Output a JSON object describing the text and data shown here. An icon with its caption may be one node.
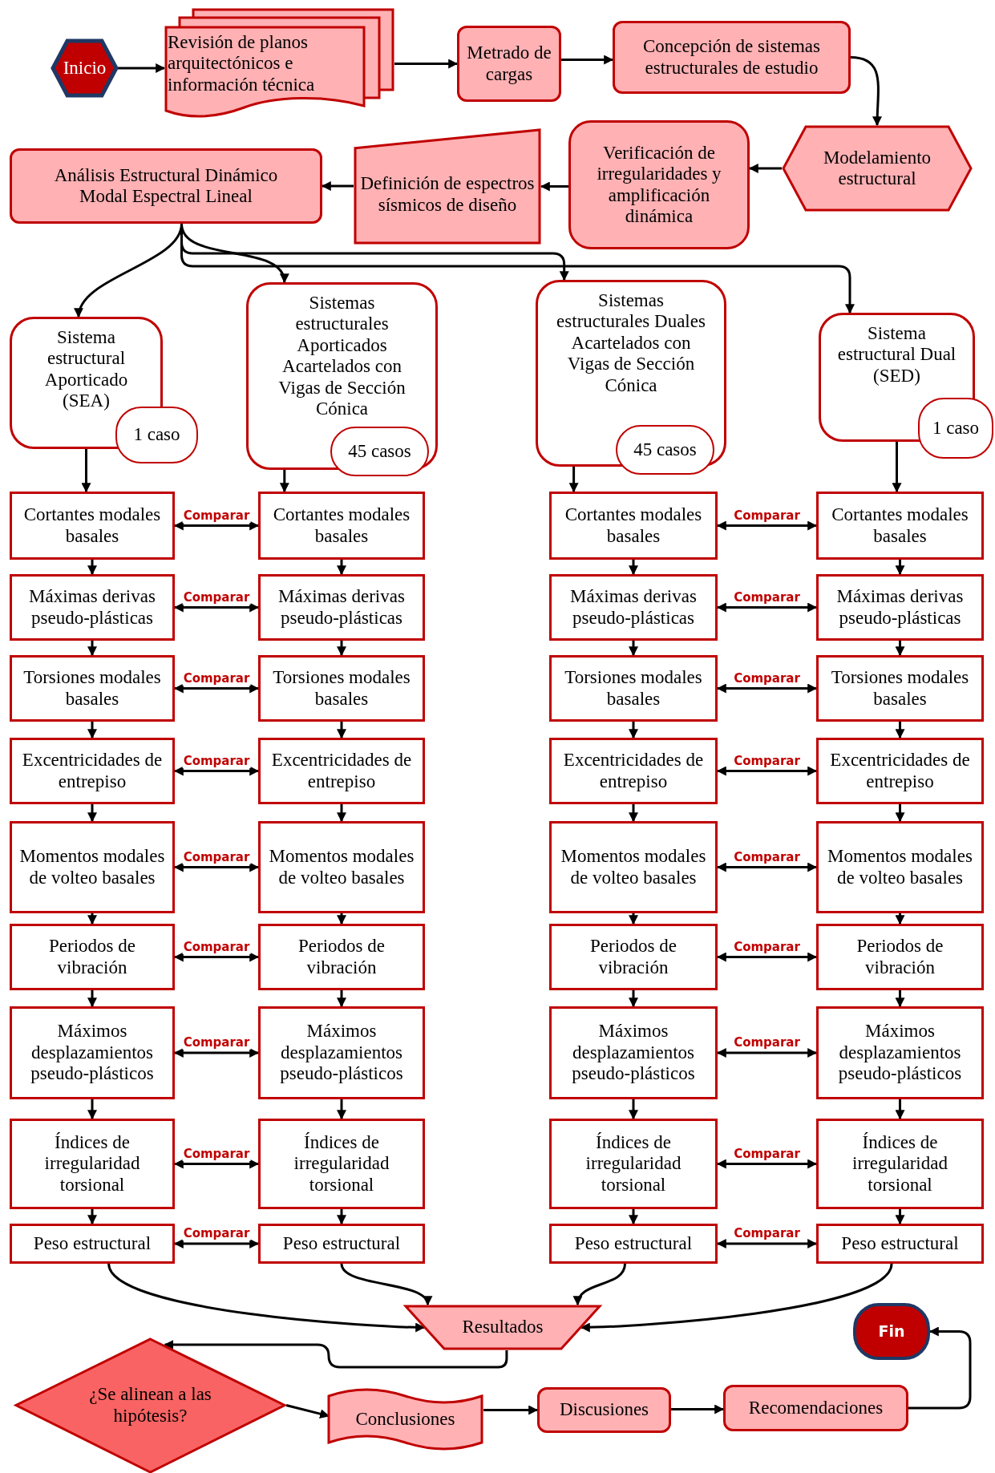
{
  "diagram": {
    "nodes": [
      {
        "text": [
          "Inicio"
        ]
      },
      {
        "text": [
          "Revisión de planos arquitectónicos e información técnica"
        ]
      },
      {
        "text": [
          "Metrado de cargas"
        ]
      },
      {
        "text": [
          "Concepción de sistemas estructurales de estudio"
        ]
      },
      {
        "text": [
          "Análisis Estructural Dinámico Modal Espectral Lineal"
        ]
      },
      {
        "text": [
          "Definición de espectros sísmicos de diseño"
        ]
      },
      {
        "text": [
          "Verificación de irregularidades y amplificación dinámica"
        ]
      },
      {
        "text": [
          "Modelamiento estructural"
        ]
      },
      {
        "text": [
          "Sistema estructural Aporticado (SEA)"
        ]
      },
      {
        "text": [
          "1 caso"
        ]
      },
      {
        "text": [
          "Sistemas estructurales Aporticados Acartelados con Vigas de Sección Cónica"
        ]
      },
      {
        "text": [
          "45 casos"
        ]
      },
      {
        "text": [
          "Sistemas estructurales Duales Acartelados con Vigas de Sección Cónica"
        ]
      },
      {
        "text": [
          "45 casos"
        ]
      },
      {
        "text": [
          "Sistema estructural Dual (SED)"
        ]
      },
      {
        "text": [
          "1 caso"
        ]
      },
      {
        "text": [
          "Cortantes modales basales"
        ]
      },
      {
        "text": [
          "Cortantes modales basales"
        ]
      },
      {
        "text": [
          "Cortantes modales basales"
        ]
      },
      {
        "text": [
          "Cortantes modales basales"
        ]
      },
      {
        "text": [
          "Máximas derivas pseudo-plásticas"
        ]
      },
      {
        "text": [
          "Máximas derivas pseudo-plásticas"
        ]
      },
      {
        "text": [
          "Máximas derivas pseudo-plásticas"
        ]
      },
      {
        "text": [
          "Máximas derivas pseudo-plásticas"
        ]
      },
      {
        "text": [
          "Torsiones modales basales"
        ]
      },
      {
        "text": [
          "Torsiones modales basales"
        ]
      },
      {
        "text": [
          "Torsiones modales basales"
        ]
      },
      {
        "text": [
          "Torsiones modales basales"
        ]
      },
      {
        "text": [
          "Excentricidades de entrepiso"
        ]
      },
      {
        "text": [
          "Excentricidades de entrepiso"
        ]
      },
      {
        "text": [
          "Excentricidades de entrepiso"
        ]
      },
      {
        "text": [
          "Excentricidades de entrepiso"
        ]
      },
      {
        "text": [
          "Momentos modales de volteo basales"
        ]
      },
      {
        "text": [
          "Momentos modales de volteo basales"
        ]
      },
      {
        "text": [
          "Momentos modales de volteo basales"
        ]
      },
      {
        "text": [
          "Momentos modales de volteo basales"
        ]
      },
      {
        "text": [
          "Periodos de vibración"
        ]
      },
      {
        "text": [
          "Periodos de vibración"
        ]
      },
      {
        "text": [
          "Periodos de vibración"
        ]
      },
      {
        "text": [
          "Periodos de vibración"
        ]
      },
      {
        "text": [
          "Máximos desplazamientos pseudo-plásticos"
        ]
      },
      {
        "text": [
          "Máximos desplazamientos pseudo-plásticos"
        ]
      },
      {
        "text": [
          "Máximos desplazamientos pseudo-plásticos"
        ]
      },
      {
        "text": [
          "Máximos desplazamientos pseudo-plásticos"
        ]
      },
      {
        "text": [
          "Índices de irregularidad torsional"
        ]
      },
      {
        "text": [
          "Índices de irregularidad torsional"
        ]
      },
      {
        "text": [
          "Índices de irregularidad torsional"
        ]
      },
      {
        "text": [
          "Índices de irregularidad torsional"
        ]
      },
      {
        "text": [
          "Peso estructural"
        ]
      },
      {
        "text": [
          "Peso estructural"
        ]
      },
      {
        "text": [
          "Peso estructural"
        ]
      },
      {
        "text": [
          "Peso estructural"
        ]
      },
      {
        "text": [
          "Resultados"
        ]
      },
      {
        "text": [
          "Fin"
        ]
      },
      {
        "text": [
          "¿Se alinean a las hipótesis?"
        ]
      },
      {
        "text": [
          "Conclusiones"
        ]
      },
      {
        "text": [
          "Discusiones"
        ]
      },
      {
        "text": [
          "Recomendaciones"
        ]
      }
    ],
    "edges": [
      {
        "from": 0,
        "to": 1,
        "arrow": "to"
      },
      {
        "from": 1,
        "to": 2,
        "arrow": "to"
      },
      {
        "from": 2,
        "to": 3,
        "arrow": "to"
      },
      {
        "from": 3,
        "to": 7,
        "arrow": "to"
      },
      {
        "from": 7,
        "to": 6,
        "arrow": "to"
      },
      {
        "from": 6,
        "to": 5,
        "arrow": "to"
      },
      {
        "from": 5,
        "to": 4,
        "arrow": "to"
      },
      {
        "from": 4,
        "to": 8,
        "arrow": "to"
      },
      {
        "from": 4,
        "to": 10,
        "arrow": "to"
      },
      {
        "from": 4,
        "to": 12,
        "arrow": "to"
      },
      {
        "from": 4,
        "to": 14,
        "arrow": "to"
      },
      {
        "from": 8,
        "to": 16,
        "arrow": "to"
      },
      {
        "from": 10,
        "to": 17,
        "arrow": "to"
      },
      {
        "from": 12,
        "to": 18,
        "arrow": "to"
      },
      {
        "from": 14,
        "to": 19,
        "arrow": "to"
      },
      {
        "from": 16,
        "to": 20,
        "arrow": "to"
      },
      {
        "from": 17,
        "to": 21,
        "arrow": "to"
      },
      {
        "from": 18,
        "to": 22,
        "arrow": "to"
      },
      {
        "from": 19,
        "to": 23,
        "arrow": "to"
      },
      {
        "from": 20,
        "to": 24,
        "arrow": "to"
      },
      {
        "from": 21,
        "to": 25,
        "arrow": "to"
      },
      {
        "from": 22,
        "to": 26,
        "arrow": "to"
      },
      {
        "from": 23,
        "to": 27,
        "arrow": "to"
      },
      {
        "from": 24,
        "to": 28,
        "arrow": "to"
      },
      {
        "from": 25,
        "to": 29,
        "arrow": "to"
      },
      {
        "from": 26,
        "to": 30,
        "arrow": "to"
      },
      {
        "from": 27,
        "to": 31,
        "arrow": "to"
      },
      {
        "from": 28,
        "to": 32,
        "arrow": "to"
      },
      {
        "from": 29,
        "to": 33,
        "arrow": "to"
      },
      {
        "from": 30,
        "to": 34,
        "arrow": "to"
      },
      {
        "from": 31,
        "to": 35,
        "arrow": "to"
      },
      {
        "from": 32,
        "to": 36,
        "arrow": "to"
      },
      {
        "from": 33,
        "to": 37,
        "arrow": "to"
      },
      {
        "from": 34,
        "to": 38,
        "arrow": "to"
      },
      {
        "from": 35,
        "to": 39,
        "arrow": "to"
      },
      {
        "from": 36,
        "to": 40,
        "arrow": "to"
      },
      {
        "from": 37,
        "to": 41,
        "arrow": "to"
      },
      {
        "from": 38,
        "to": 42,
        "arrow": "to"
      },
      {
        "from": 39,
        "to": 43,
        "arrow": "to"
      },
      {
        "from": 40,
        "to": 44,
        "arrow": "to"
      },
      {
        "from": 41,
        "to": 45,
        "arrow": "to"
      },
      {
        "from": 42,
        "to": 46,
        "arrow": "to"
      },
      {
        "from": 43,
        "to": 47,
        "arrow": "to"
      },
      {
        "from": 44,
        "to": 48,
        "arrow": "to"
      },
      {
        "from": 45,
        "to": 49,
        "arrow": "to"
      },
      {
        "from": 46,
        "to": 50,
        "arrow": "to"
      },
      {
        "from": 47,
        "to": 51,
        "arrow": "to"
      },
      {
        "from": 16,
        "to": 17,
        "arrow": "both",
        "label": "Comparar"
      },
      {
        "from": 18,
        "to": 19,
        "arrow": "both",
        "label": "Comparar"
      },
      {
        "from": 20,
        "to": 21,
        "arrow": "both",
        "label": "Comparar"
      },
      {
        "from": 22,
        "to": 23,
        "arrow": "both",
        "label": "Comparar"
      },
      {
        "from": 24,
        "to": 25,
        "arrow": "both",
        "label": "Comparar"
      },
      {
        "from": 26,
        "to": 27,
        "arrow": "both",
        "label": "Comparar"
      },
      {
        "from": 28,
        "to": 29,
        "arrow": "both",
        "label": "Comparar"
      },
      {
        "from": 30,
        "to": 31,
        "arrow": "both",
        "label": "Comparar"
      },
      {
        "from": 32,
        "to": 33,
        "arrow": "both",
        "label": "Comparar"
      },
      {
        "from": 34,
        "to": 35,
        "arrow": "both",
        "label": "Comparar"
      },
      {
        "from": 36,
        "to": 37,
        "arrow": "both",
        "label": "Comparar"
      },
      {
        "from": 38,
        "to": 39,
        "arrow": "both",
        "label": "Comparar"
      },
      {
        "from": 40,
        "to": 41,
        "arrow": "both",
        "label": "Comparar"
      },
      {
        "from": 42,
        "to": 43,
        "arrow": "both",
        "label": "Comparar"
      },
      {
        "from": 44,
        "to": 45,
        "arrow": "both",
        "label": "Comparar"
      },
      {
        "from": 46,
        "to": 47,
        "arrow": "both",
        "label": "Comparar"
      },
      {
        "from": 48,
        "to": 49,
        "arrow": "both",
        "label": "Comparar"
      },
      {
        "from": 50,
        "to": 51,
        "arrow": "both",
        "label": "Comparar"
      },
      {
        "from": 48,
        "to": 52,
        "arrow": "to"
      },
      {
        "from": 49,
        "to": 52,
        "arrow": "to"
      },
      {
        "from": 50,
        "to": 52,
        "arrow": "to"
      },
      {
        "from": 51,
        "to": 52,
        "arrow": "to"
      },
      {
        "from": 52,
        "to": 54,
        "arrow": "to"
      },
      {
        "from": 54,
        "to": 55,
        "arrow": "to"
      },
      {
        "from": 55,
        "to": 56,
        "arrow": "to"
      },
      {
        "from": 56,
        "to": 57,
        "arrow": "to"
      },
      {
        "from": 57,
        "to": 53,
        "arrow": "to"
      }
    ]
  }
}
